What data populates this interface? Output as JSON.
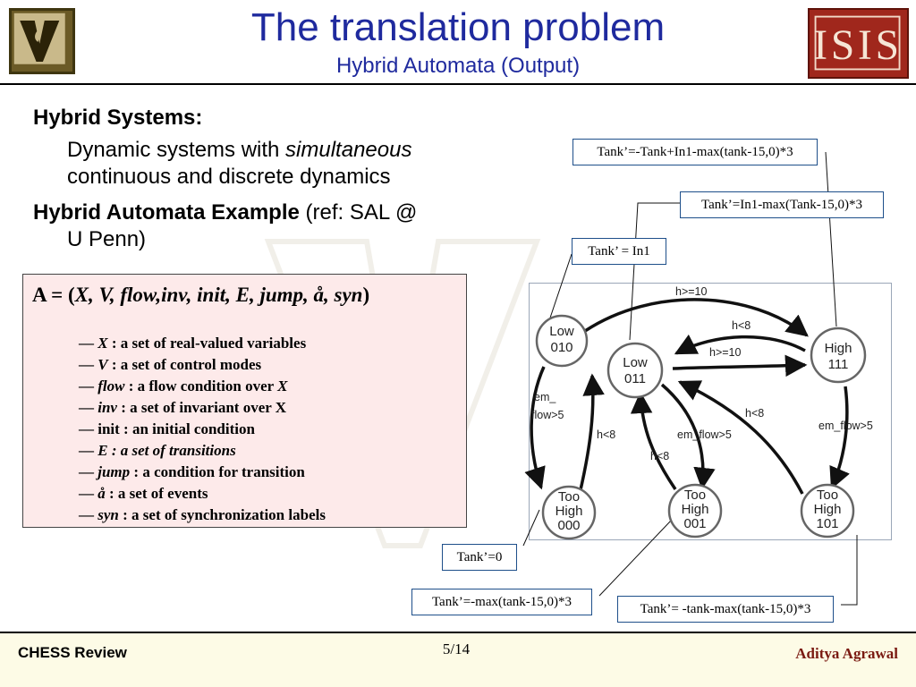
{
  "header": {
    "title": "The translation problem",
    "subtitle": "Hybrid Automata (Output)",
    "left_logo": "vanderbilt-v-logo",
    "right_logo": "isis-logo",
    "right_logo_text": "ISIS"
  },
  "body": {
    "hybrid_systems_heading": "Hybrid Systems:",
    "hybrid_systems_line1_prefix": "Dynamic systems with ",
    "hybrid_systems_line1_emph": "simultaneous",
    "hybrid_systems_line2": "continuous and discrete dynamics",
    "automata_heading": "Hybrid Automata Example",
    "automata_ref": " (ref: SAL @",
    "automata_ref_line2": "U Penn)"
  },
  "definition": {
    "head_prefix": "A = (",
    "head_tuple": "X, V, flow,inv, init, E, jump, å, syn",
    "head_suffix": ")",
    "items": [
      {
        "dash": "— ",
        "term": "X",
        "desc": " : a set of real-valued variables"
      },
      {
        "dash": "— ",
        "term": "V",
        "desc": " : a set of control modes"
      },
      {
        "dash": "— ",
        "term": "flow",
        "desc": " : a flow condition over ",
        "tail": "X"
      },
      {
        "dash": "— ",
        "term": "inv",
        "desc": " : a set of invariant over X"
      },
      {
        "dash": "— ",
        "term": "",
        "desc": "init : an initial condition"
      },
      {
        "dash": "— ",
        "term": "E : a set of transitions",
        "desc": ""
      },
      {
        "dash": "— ",
        "term": "jump",
        "desc": " : a condition for transition"
      },
      {
        "dash": "— ",
        "term": "å",
        "desc": "  : a set of events"
      },
      {
        "dash": "— ",
        "term": "syn",
        "desc": " : a set of synchronization labels"
      }
    ]
  },
  "equations": {
    "eq_top": "Tank’=-Tank+In1-max(tank-15,0)*3",
    "eq_mid": "Tank’=In1-max(Tank-15,0)*3",
    "eq_in1": "Tank’ = In1",
    "eq_zero": "Tank’=0",
    "eq_max": "Tank’=-max(tank-15,0)*3",
    "eq_neg": "Tank’= -tank-max(tank-15,0)*3"
  },
  "automaton": {
    "states": [
      {
        "line1": "Low",
        "line2": "010"
      },
      {
        "line1": "Low",
        "line2": "011"
      },
      {
        "line1": "High",
        "line2": "111"
      },
      {
        "line1": "Too",
        "line2": "High",
        "line3": "000"
      },
      {
        "line1": "Too",
        "line2": "High",
        "line3": "001"
      },
      {
        "line1": "Too",
        "line2": "High",
        "line3": "101"
      }
    ],
    "edges": {
      "e1": "h>=10",
      "e2": "h<8",
      "e3": "h>=10",
      "e4": "em_",
      "e4b": "flow>5",
      "e5": "h<8",
      "e6": "h<8",
      "e7": "em_flow>5",
      "e8": "h<8",
      "e9": "em_flow>5"
    },
    "colors": {
      "node_stroke": "#555555",
      "edge": "#111111"
    }
  },
  "footer": {
    "left": "CHESS Review",
    "page": "5/14",
    "right": "Aditya Agrawal"
  }
}
